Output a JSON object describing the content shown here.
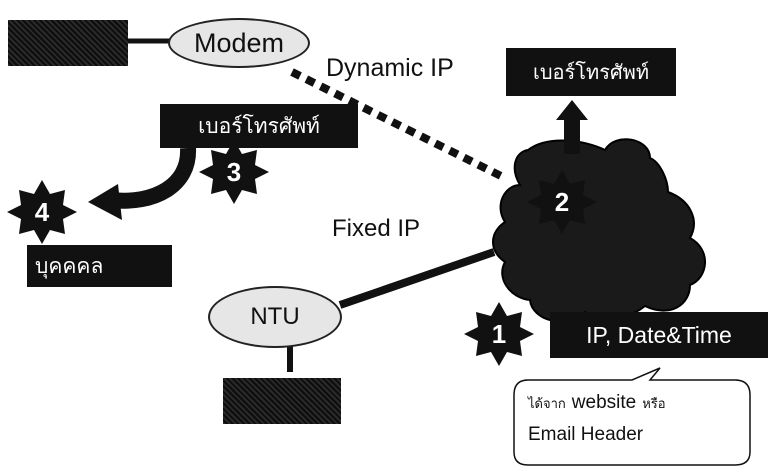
{
  "nodes": {
    "modem": "Modem",
    "ntu": "NTU"
  },
  "labels": {
    "dynamic_ip": "Dynamic IP",
    "fixed_ip": "Fixed IP"
  },
  "boxes": {
    "phone_right": "เบอร์โทรศัพท์",
    "phone_left": "เบอร์โทรศัพท์",
    "person": "บุคคคล",
    "ip_date_time": "IP, Date&Time"
  },
  "steps": [
    "1",
    "2",
    "3",
    "4"
  ],
  "callout": {
    "prefix": "ได้จาก",
    "website": "website",
    "or": "หรือ",
    "email_header": "Email Header"
  },
  "colors": {
    "box": "#111111",
    "ellipse_fill": "#e6e6e6",
    "line": "#111111"
  }
}
